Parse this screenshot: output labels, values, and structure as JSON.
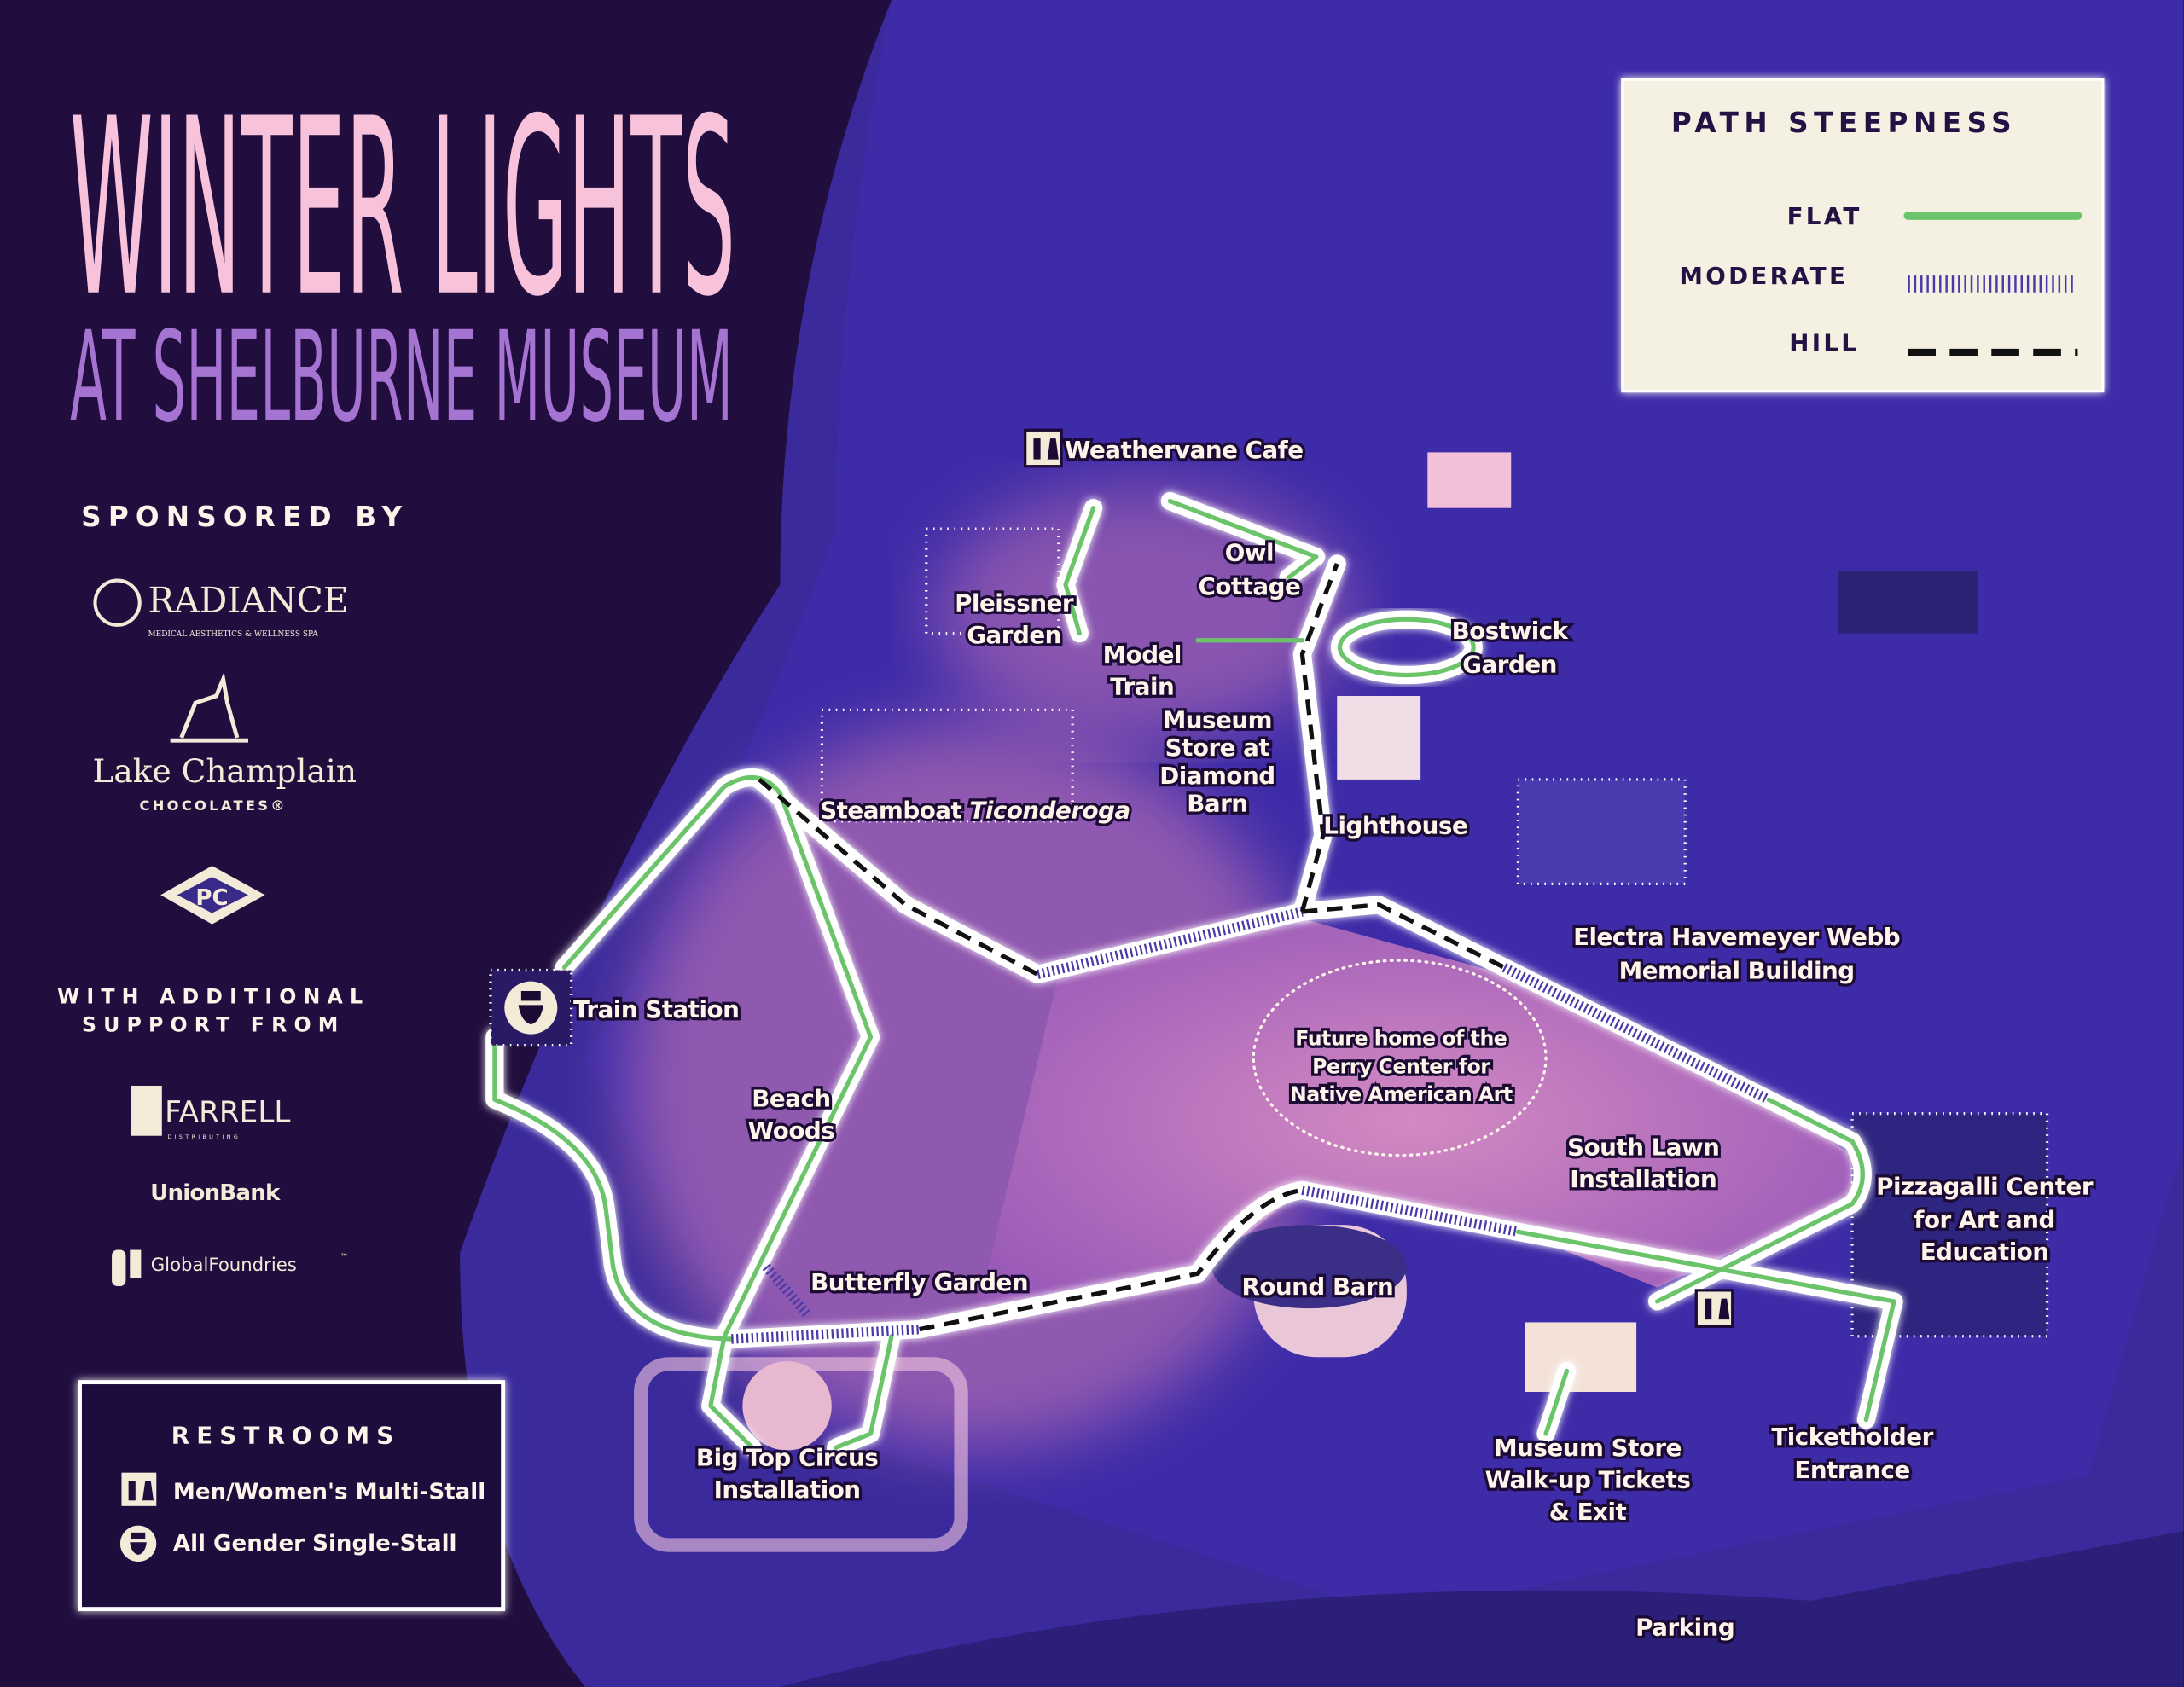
{
  "title": {
    "line1": "WINTER LIGHTS",
    "line2": "AT SHELBURNE MUSEUM"
  },
  "sponsors": {
    "heading": "SPONSORED BY",
    "main": [
      {
        "name": "RADIANCE",
        "tagline": "MEDICAL AESTHETICS & WELLNESS SPA"
      },
      {
        "name": "Lake Champlain",
        "tagline": "CHOCOLATES®"
      },
      {
        "name": "PC"
      }
    ],
    "additional_heading": [
      "WITH ADDITIONAL",
      "SUPPORT FROM"
    ],
    "additional": [
      {
        "name": "FARRELL",
        "tagline": "DISTRIBUTING"
      },
      {
        "name": "UnionBank"
      },
      {
        "name": "GlobalFoundries",
        "mark": "™"
      }
    ]
  },
  "legend": {
    "title": "PATH STEEPNESS",
    "items": [
      {
        "label": "FLAT",
        "color": "#6cc46a"
      },
      {
        "label": "MODERATE",
        "color": "#4a3aa8"
      },
      {
        "label": "HILL",
        "color": "#111111"
      }
    ]
  },
  "restrooms": {
    "title": "RESTROOMS",
    "items": [
      {
        "icon": "men-women-restroom-icon",
        "label": "Men/Women's Multi-Stall"
      },
      {
        "icon": "toilet-icon",
        "label": "All Gender Single-Stall"
      }
    ]
  },
  "places": {
    "weathervane": [
      "Weathervane Cafe"
    ],
    "owl": [
      "Owl",
      "Cottage"
    ],
    "pleissner": [
      "Pleissner",
      "Garden"
    ],
    "model_train": [
      "Model",
      "Train"
    ],
    "bostwick": [
      "Bostwick",
      "Garden"
    ],
    "diamond_barn": [
      "Museum",
      "Store at",
      "Diamond",
      "Barn"
    ],
    "steamboat": [
      "Steamboat ",
      "Ticonderoga"
    ],
    "lighthouse": [
      "Lighthouse"
    ],
    "electra": [
      "Electra Havemeyer Webb",
      "Memorial Building"
    ],
    "train_station": [
      "Train Station"
    ],
    "beach_woods": [
      "Beach",
      "Woods"
    ],
    "perry": [
      "Future home of the",
      "Perry Center for",
      "Native American Art"
    ],
    "south_lawn": [
      "South Lawn",
      "Installation"
    ],
    "pizzagalli": [
      "Pizzagalli Center",
      "for Art and",
      "Education"
    ],
    "butterfly": [
      "Butterfly Garden"
    ],
    "round_barn": [
      "Round Barn"
    ],
    "big_top": [
      "Big Top Circus",
      "Installation"
    ],
    "museum_store": [
      "Museum Store",
      "Walk-up Tickets",
      "& Exit"
    ],
    "ticketholder": [
      "Ticketholder",
      "Entrance"
    ],
    "parking": [
      "Parking"
    ]
  }
}
